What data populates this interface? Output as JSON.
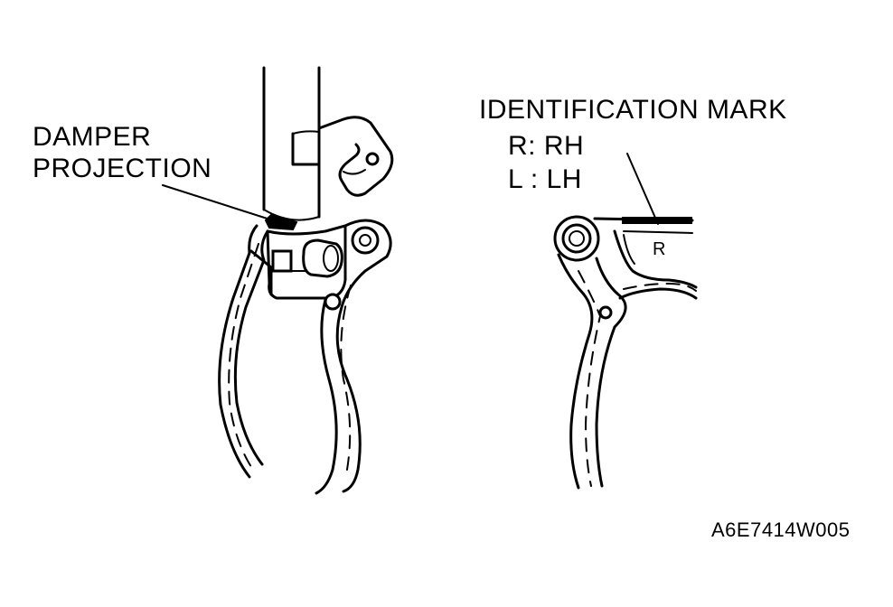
{
  "labels": {
    "damper_line1": "DAMPER",
    "damper_line2": "PROJECTION",
    "identification_mark": "IDENTIFICATION MARK",
    "r_rh": "R: RH",
    "l_lh": "L : LH",
    "stamp_r": "R",
    "figure_code": "A6E7414W005"
  },
  "colors": {
    "ink": "#000000",
    "background": "#ffffff"
  }
}
